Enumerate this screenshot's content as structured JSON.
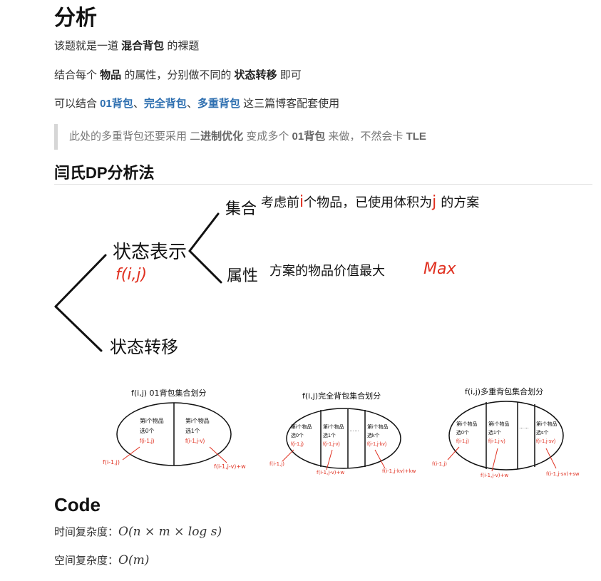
{
  "analysis": {
    "title": "分析",
    "line1": {
      "pre": "该题就是一道 ",
      "bold": "混合背包",
      "post": " 的裸题"
    },
    "line2": {
      "pre": "结合每个 ",
      "bold1": "物品",
      "mid": " 的属性，分别做不同的 ",
      "bold2": "状态转移",
      "post": " 即可"
    },
    "line3": {
      "pre": "可以结合 ",
      "link1": "01背包",
      "sep1": "、",
      "link2": "完全背包",
      "sep2": "、",
      "link3": "多重背包",
      "post": " 这三篇博客配套使用"
    },
    "quote": {
      "pre": "此处的多重背包还要采用 二",
      "bold1": "进制优化",
      "mid": " 变成多个 ",
      "bold2": "01背包",
      "post": " 来做，不然会卡 ",
      "bold3": "TLE"
    }
  },
  "dp_method": {
    "title": "闫氏DP分析法",
    "tree": {
      "state_repr": "状态表示",
      "state_func": "f(i,j)",
      "set_label": "集合",
      "set_desc_pre": "考虑前",
      "set_desc_i": "i",
      "set_desc_mid": "个物品，已使用体积为",
      "set_desc_j": "j",
      "set_desc_post": "的方案",
      "attr_label": "属性",
      "attr_desc": "方案的物品价值最大",
      "attr_max": "Max",
      "transition": "状态转移"
    },
    "partitions": [
      {
        "title": "f(i,j) 01背包集合划分",
        "cells": [
          {
            "l1": "第i个物品",
            "l2": "选0个",
            "l3": "f(i-1,j)"
          },
          {
            "l1": "第i个物品",
            "l2": "选1个",
            "l3": "f(i-1,j-v)"
          }
        ],
        "callouts": [
          "f(i-1,j)",
          "f(i-1,j-v)+w"
        ]
      },
      {
        "title": "f(i,j)完全背包集合划分",
        "cells": [
          {
            "l1": "第i个物品",
            "l2": "选0个",
            "l3": "f(i-1,j)"
          },
          {
            "l1": "第i个物品",
            "l2": "选1个",
            "l3": "f(i-1,j-v)"
          },
          {
            "l1": "……",
            "l2": "",
            "l3": ""
          },
          {
            "l1": "第i个物品",
            "l2": "选k个",
            "l3": "f(i-1,j-kv)"
          }
        ],
        "callouts": [
          "f(i-1,j)",
          "f(i-1,j-v)+w",
          "f(i-1,j-kv)+kw"
        ]
      },
      {
        "title": "f(i,j)多重背包集合划分",
        "cells": [
          {
            "l1": "第i个物品",
            "l2": "选0个",
            "l3": "f(i-1,j)"
          },
          {
            "l1": "第i个物品",
            "l2": "选1个",
            "l3": "f(i-1,j-v)"
          },
          {
            "l1": "……",
            "l2": "",
            "l3": ""
          },
          {
            "l1": "第i个物品",
            "l2": "选s个",
            "l3": "f(i-1,j-sv)"
          }
        ],
        "callouts": [
          "f(i-1,j)",
          "f(i-1,j-v)+w",
          "f(i-1,j-sv)+sw"
        ]
      }
    ]
  },
  "code": {
    "title": "Code",
    "time_label": "时间复杂度：",
    "time_value": "O(n × m × log s)",
    "space_label": "空间复杂度：",
    "space_value": "O(m)"
  },
  "colors": {
    "link": "#2e6fb0",
    "red": "#e03020"
  }
}
